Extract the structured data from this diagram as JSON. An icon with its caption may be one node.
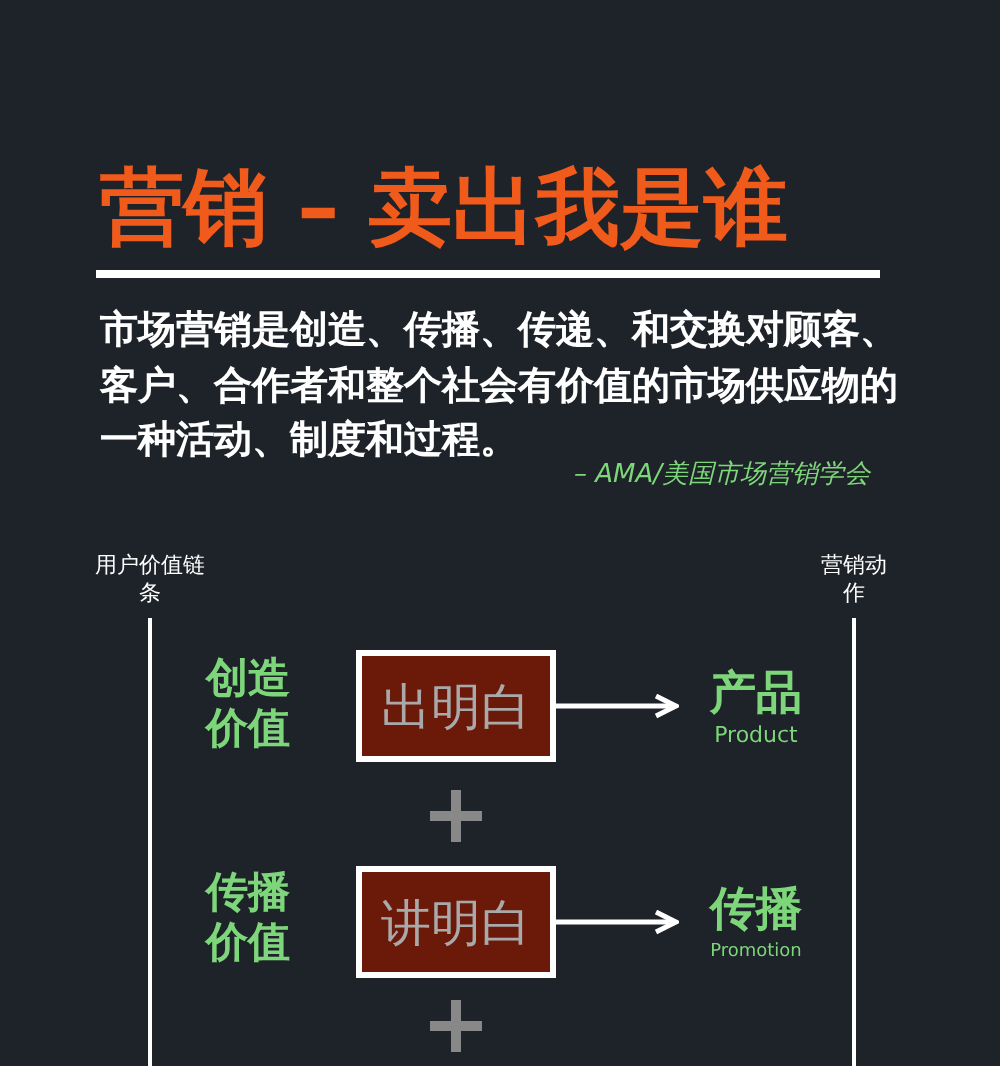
{
  "diagram": {
    "title": "营销 – 卖出我是谁",
    "nodes": [
      {
        "text": [
          "出明白"
        ]
      },
      {
        "text": [
          "产品",
          "Product"
        ]
      },
      {
        "text": [
          "讲明白"
        ]
      },
      {
        "text": [
          "传播",
          "Promotion"
        ]
      }
    ],
    "edges": [
      {
        "from": 0,
        "to": 1,
        "arrow": "to"
      },
      {
        "from": 2,
        "to": 3,
        "arrow": "to"
      }
    ],
    "labels": [
      "市场营销是创造、传播、传递、和交换对顾客、客户、合作者和整个社会有价值的市场供应物的一种活动、制度和过程。",
      "– AMA/美国市场营销学会",
      "用户价值链条",
      "营销动作",
      "创造价值",
      "传播价值"
    ]
  }
}
